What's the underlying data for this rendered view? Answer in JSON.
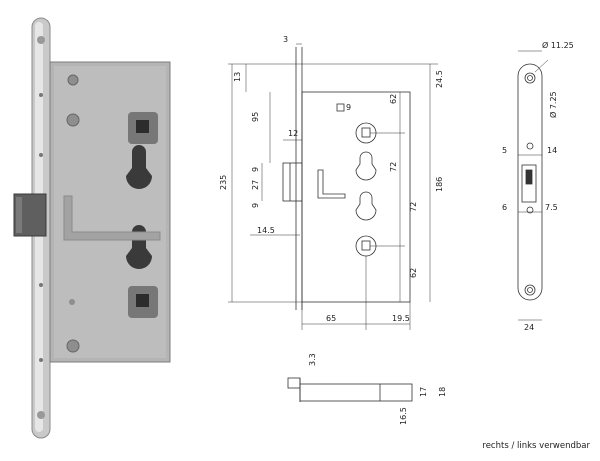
{
  "caption": "rechts / links verwendbar",
  "dimensions": {
    "front_view": {
      "d3": "3",
      "d13": "13",
      "d95": "95",
      "d12": "12",
      "d9a": "9",
      "d27": "27",
      "d9b": "9",
      "d235": "235",
      "d14_5": "14.5",
      "d24_5": "24.5",
      "d62a": "62",
      "d72a": "72",
      "d186": "186",
      "d72b": "72",
      "d62b": "62",
      "d65": "65",
      "d19_5": "19.5",
      "square": "9"
    },
    "faceplate": {
      "d11_25": "Ø 11.25",
      "d7_25": "Ø 7.25",
      "d5": "5",
      "d14": "14",
      "d6": "6",
      "d7_5": "7.5",
      "d24": "24"
    },
    "bottom_view": {
      "d3_3": "3.3",
      "d16_5": "16.5",
      "d17": "17",
      "d18": "18"
    }
  }
}
